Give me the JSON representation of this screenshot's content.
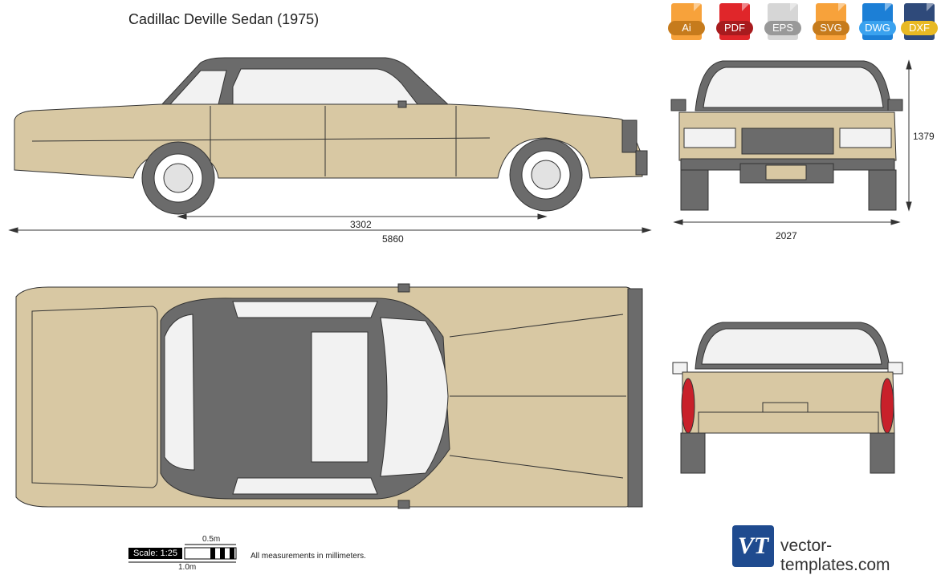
{
  "header": {
    "title": "Cadillac Deville Sedan (1975)"
  },
  "formats": [
    {
      "label": "Ai",
      "color": "#f7a23b"
    },
    {
      "label": "PDF",
      "color": "#e0262a"
    },
    {
      "label": "EPS",
      "color": "#c9c9c9"
    },
    {
      "label": "SVG",
      "color": "#f7a23b"
    },
    {
      "label": "DWG",
      "color": "#1c7fd6"
    },
    {
      "label": "DXF",
      "color": "#2f4a7a"
    }
  ],
  "dimensions": {
    "wheelbase": "3302",
    "length": "5860",
    "width": "2027",
    "height": "1379"
  },
  "footer": {
    "scale_label": "Scale: 1:25",
    "half_meter": "0.5m",
    "one_meter": "1.0m",
    "note": "All measurements in millimeters.",
    "brand": "vector-templates.com",
    "logo_text": "VT"
  },
  "colors": {
    "body": "#d8c8a3",
    "roof": "#6b6b6b",
    "glass": "#f2f2f2",
    "outline": "#333333"
  }
}
